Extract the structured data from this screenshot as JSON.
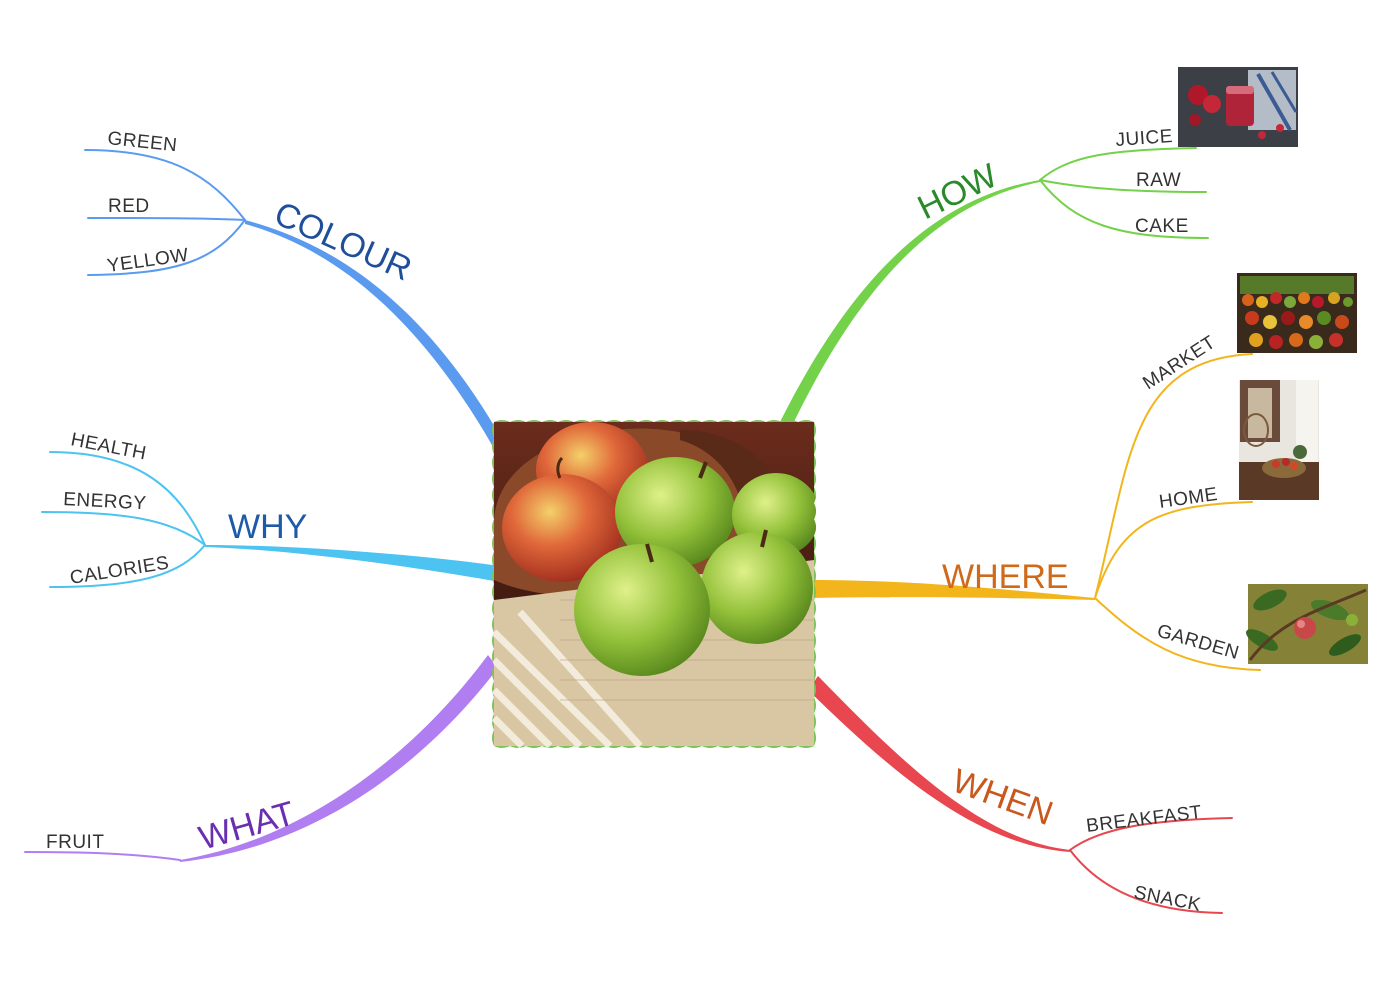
{
  "center": {
    "image": "apples-in-bowl-photo",
    "border_color": "#7cc35a"
  },
  "branches": {
    "colour": {
      "label": "COLOUR",
      "color": "#5b9bef",
      "text_color": "#1f4e9b",
      "leaves": [
        "GREEN",
        "RED",
        "YELLOW"
      ]
    },
    "why": {
      "label": "WHY",
      "color": "#4cc3f0",
      "text_color": "#1f5aa8",
      "leaves": [
        "HEALTH",
        "ENERGY",
        "CALORIES"
      ]
    },
    "what": {
      "label": "WHAT",
      "color": "#b07ef0",
      "text_color": "#6a2fb0",
      "leaves": [
        "FRUIT"
      ]
    },
    "how": {
      "label": "HOW",
      "color": "#73d24a",
      "text_color": "#2a8a2a",
      "leaves": [
        "JUICE",
        "RAW",
        "CAKE"
      ],
      "images": [
        "juice-photo"
      ]
    },
    "where": {
      "label": "WHERE",
      "color": "#f2b51c",
      "text_color": "#d06a1a",
      "leaves": [
        "MARKET",
        "HOME",
        "GARDEN"
      ],
      "images": [
        "market-photo",
        "home-photo",
        "garden-photo"
      ]
    },
    "when": {
      "label": "WHEN",
      "color": "#e8474f",
      "text_color": "#c8581e",
      "leaves": [
        "BREAKFAST",
        "SNACK"
      ]
    }
  }
}
